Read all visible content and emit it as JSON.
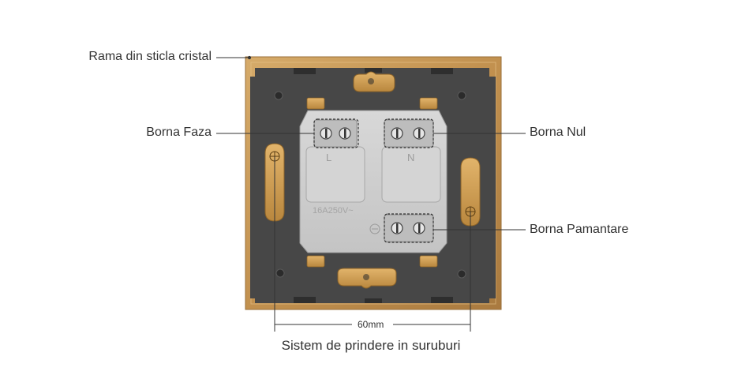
{
  "labels": {
    "frame": "Rama din sticla cristal",
    "phase": "Borna Faza",
    "neutral": "Borna Nul",
    "ground": "Borna Pamantare",
    "dimension": "60mm",
    "mounting": "Sistem de prindere in suruburi"
  },
  "module_markings": {
    "left_letter": "L",
    "right_letter": "N",
    "rating": "16A250V~"
  },
  "colors": {
    "frame_gold": "#c99b5a",
    "frame_gold_dark": "#a87a3e",
    "plate": "#4a4a4a",
    "module": "#cfcfcf",
    "screw_slot": "#d4a35c"
  }
}
